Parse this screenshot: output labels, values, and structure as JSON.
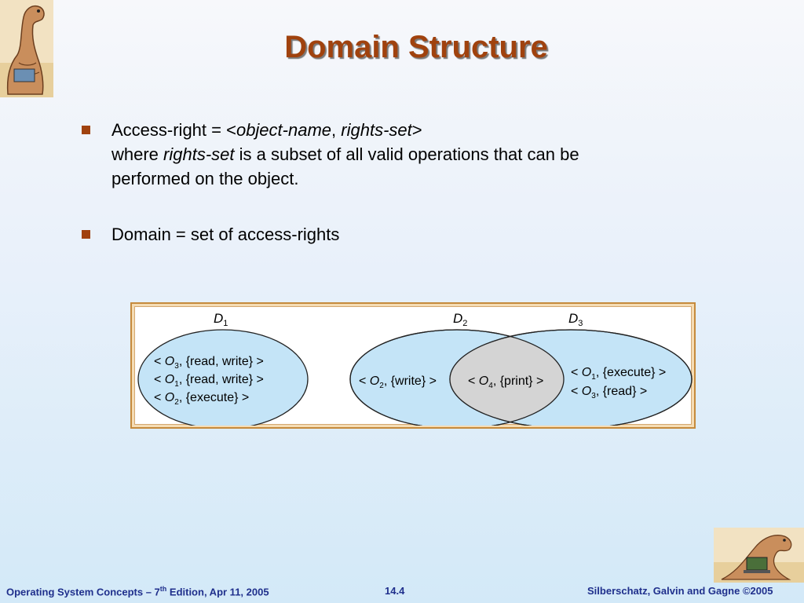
{
  "slide": {
    "title": "Domain Structure",
    "bullets": [
      {
        "line1_prefix": "Access-right = <",
        "line1_obj": "object-name",
        "line1_comma": ", ",
        "line1_rights": "rights-set",
        "line1_suffix": ">",
        "line2_prefix": "where ",
        "line2_rights": "rights-set",
        "line2_rest": " is a subset of all valid operations that can be",
        "line3": "performed on the object."
      },
      {
        "text": "Domain = set of access-rights"
      }
    ]
  },
  "diagram": {
    "domains": [
      {
        "label": "D",
        "sub": "1"
      },
      {
        "label": "D",
        "sub": "2"
      },
      {
        "label": "D",
        "sub": "3"
      }
    ],
    "d1_entries": [
      {
        "obj": "O",
        "sub": "3",
        "rights": ", {read, write}"
      },
      {
        "obj": "O",
        "sub": "1",
        "rights": ", {read, write}"
      },
      {
        "obj": "O",
        "sub": "2",
        "rights": ", {execute}"
      }
    ],
    "d2_entry": {
      "obj": "O",
      "sub": "2",
      "rights": ", {write}"
    },
    "shared_entry": {
      "obj": "O",
      "sub": "4",
      "rights": ", {print}"
    },
    "d3_entries": [
      {
        "obj": "O",
        "sub": "1",
        "rights": ", {execute}"
      },
      {
        "obj": "O",
        "sub": "3",
        "rights": ", {read}"
      }
    ],
    "colors": {
      "ellipse_fill": "#c4e4f7",
      "overlap_fill": "#d4d4d4",
      "stroke": "#222222"
    }
  },
  "footer": {
    "left_prefix": "Operating System Concepts – 7",
    "left_sup": "th",
    "left_suffix": " Edition, Apr 11, 2005",
    "center": "14.4",
    "right": "Silberschatz, Galvin and Gagne ©2005"
  },
  "colors": {
    "accent": "#a0420e",
    "footer_text": "#1f2f8c"
  }
}
